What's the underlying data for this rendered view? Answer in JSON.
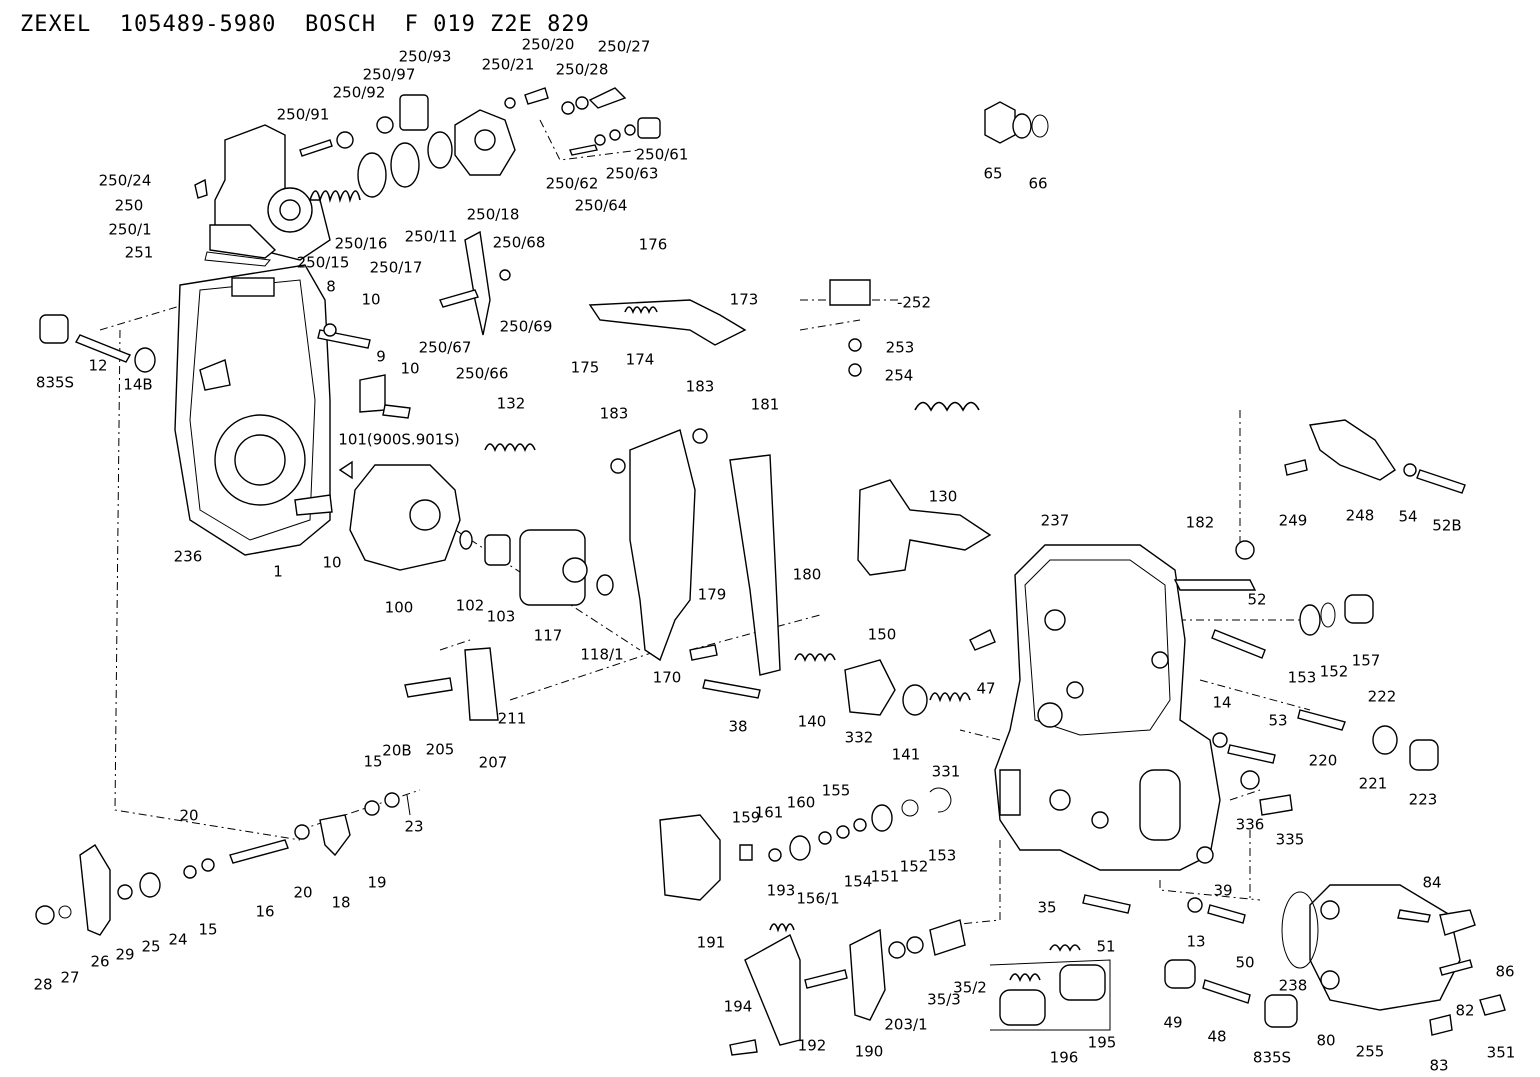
{
  "header": {
    "zexel": "ZEXEL",
    "zexel_no": "105489-5980",
    "bosch": "BOSCH",
    "bosch_no": "F 019 Z2E 829"
  },
  "labels": [
    {
      "id": "l1",
      "text": "250/93"
    },
    {
      "id": "l2",
      "text": "250/20"
    },
    {
      "id": "l3",
      "text": "250/27"
    },
    {
      "id": "l4",
      "text": "250/21"
    },
    {
      "id": "l5",
      "text": "250/28"
    },
    {
      "id": "l6",
      "text": "250/97"
    },
    {
      "id": "l7",
      "text": "250/92"
    },
    {
      "id": "l8",
      "text": "250/91"
    },
    {
      "id": "l9",
      "text": "250/61"
    },
    {
      "id": "l10",
      "text": "250/62"
    },
    {
      "id": "l11",
      "text": "250/63"
    },
    {
      "id": "l12",
      "text": "250/64"
    },
    {
      "id": "l13",
      "text": "250/24"
    },
    {
      "id": "l14",
      "text": "250"
    },
    {
      "id": "l15",
      "text": "250/1"
    },
    {
      "id": "l16",
      "text": "251"
    },
    {
      "id": "l17",
      "text": "250/16"
    },
    {
      "id": "l18",
      "text": "250/11"
    },
    {
      "id": "l19",
      "text": "250/18"
    },
    {
      "id": "l20",
      "text": "250/68"
    },
    {
      "id": "l21",
      "text": "250/15"
    },
    {
      "id": "l22",
      "text": "250/17"
    },
    {
      "id": "l23",
      "text": "250/67"
    },
    {
      "id": "l24",
      "text": "250/69"
    },
    {
      "id": "l25",
      "text": "250/66"
    },
    {
      "id": "l26",
      "text": "65"
    },
    {
      "id": "l27",
      "text": "66"
    },
    {
      "id": "l28",
      "text": "176"
    },
    {
      "id": "l29",
      "text": "173"
    },
    {
      "id": "l30",
      "text": "175"
    },
    {
      "id": "l31",
      "text": "174"
    },
    {
      "id": "l32",
      "text": "-252"
    },
    {
      "id": "l33",
      "text": "253"
    },
    {
      "id": "l34",
      "text": "254"
    },
    {
      "id": "l35",
      "text": "8"
    },
    {
      "id": "l36",
      "text": "10"
    },
    {
      "id": "l37",
      "text": "9"
    },
    {
      "id": "l38",
      "text": "10"
    },
    {
      "id": "l39",
      "text": "835S"
    },
    {
      "id": "l40",
      "text": "12"
    },
    {
      "id": "l41",
      "text": "14B"
    },
    {
      "id": "l42",
      "text": "132"
    },
    {
      "id": "l43",
      "text": "183"
    },
    {
      "id": "l44",
      "text": "183"
    },
    {
      "id": "l45",
      "text": "181"
    },
    {
      "id": "l46",
      "text": "101(900S.901S)"
    },
    {
      "id": "l47",
      "text": "130"
    },
    {
      "id": "l48",
      "text": "236"
    },
    {
      "id": "l49",
      "text": "1"
    },
    {
      "id": "l50",
      "text": "10"
    },
    {
      "id": "l51",
      "text": "100"
    },
    {
      "id": "l52",
      "text": "102"
    },
    {
      "id": "l53",
      "text": "103"
    },
    {
      "id": "l54",
      "text": "117"
    },
    {
      "id": "l55",
      "text": "150"
    },
    {
      "id": "l56",
      "text": "237"
    },
    {
      "id": "l57",
      "text": "182"
    },
    {
      "id": "l58",
      "text": "249"
    },
    {
      "id": "l59",
      "text": "248"
    },
    {
      "id": "l60",
      "text": "54"
    },
    {
      "id": "l61",
      "text": "52B"
    },
    {
      "id": "l62",
      "text": "179"
    },
    {
      "id": "l63",
      "text": "180"
    },
    {
      "id": "l64",
      "text": "118/1"
    },
    {
      "id": "l65",
      "text": "170"
    },
    {
      "id": "l66",
      "text": "52"
    },
    {
      "id": "l67",
      "text": "153"
    },
    {
      "id": "l68",
      "text": "152"
    },
    {
      "id": "l69",
      "text": "157"
    },
    {
      "id": "l70",
      "text": "211"
    },
    {
      "id": "l71",
      "text": "205"
    },
    {
      "id": "l72",
      "text": "207"
    },
    {
      "id": "l73",
      "text": "38"
    },
    {
      "id": "l74",
      "text": "140"
    },
    {
      "id": "l75",
      "text": "332"
    },
    {
      "id": "l76",
      "text": "141"
    },
    {
      "id": "l77",
      "text": "331"
    },
    {
      "id": "l78",
      "text": "47"
    },
    {
      "id": "l79",
      "text": "222"
    },
    {
      "id": "l80",
      "text": "14"
    },
    {
      "id": "l81",
      "text": "53"
    },
    {
      "id": "l82",
      "text": "220"
    },
    {
      "id": "l83",
      "text": "221"
    },
    {
      "id": "l84",
      "text": "223"
    },
    {
      "id": "l85",
      "text": "15"
    },
    {
      "id": "l86",
      "text": "20B"
    },
    {
      "id": "l87",
      "text": "23"
    },
    {
      "id": "l88",
      "text": "20"
    },
    {
      "id": "l89",
      "text": "16"
    },
    {
      "id": "l90",
      "text": "20"
    },
    {
      "id": "l91",
      "text": "18"
    },
    {
      "id": "l92",
      "text": "19"
    },
    {
      "id": "l93",
      "text": "159"
    },
    {
      "id": "l94",
      "text": "161"
    },
    {
      "id": "l95",
      "text": "160"
    },
    {
      "id": "l96",
      "text": "155"
    },
    {
      "id": "l97",
      "text": "156/1"
    },
    {
      "id": "l98",
      "text": "154"
    },
    {
      "id": "l99",
      "text": "151"
    },
    {
      "id": "l100",
      "text": "152"
    },
    {
      "id": "l101",
      "text": "153"
    },
    {
      "id": "l102",
      "text": "336"
    },
    {
      "id": "l103",
      "text": "335"
    },
    {
      "id": "l104",
      "text": "39"
    },
    {
      "id": "l105",
      "text": "35"
    },
    {
      "id": "l106",
      "text": "28"
    },
    {
      "id": "l107",
      "text": "27"
    },
    {
      "id": "l108",
      "text": "26"
    },
    {
      "id": "l109",
      "text": "29"
    },
    {
      "id": "l110",
      "text": "25"
    },
    {
      "id": "l111",
      "text": "24"
    },
    {
      "id": "l112",
      "text": "15"
    },
    {
      "id": "l113",
      "text": "191"
    },
    {
      "id": "l114",
      "text": "193"
    },
    {
      "id": "l115",
      "text": "51"
    },
    {
      "id": "l116",
      "text": "13"
    },
    {
      "id": "l117",
      "text": "50"
    },
    {
      "id": "l118",
      "text": "84"
    },
    {
      "id": "l119",
      "text": "86"
    },
    {
      "id": "l120",
      "text": "238"
    },
    {
      "id": "l121",
      "text": "82"
    },
    {
      "id": "l122",
      "text": "194"
    },
    {
      "id": "l123",
      "text": "192"
    },
    {
      "id": "l124",
      "text": "190"
    },
    {
      "id": "l125",
      "text": "203/1"
    },
    {
      "id": "l126",
      "text": "35/3"
    },
    {
      "id": "l127",
      "text": "35/2"
    },
    {
      "id": "l128",
      "text": "196"
    },
    {
      "id": "l129",
      "text": "195"
    },
    {
      "id": "l130",
      "text": "49"
    },
    {
      "id": "l131",
      "text": "48"
    },
    {
      "id": "l132",
      "text": "835S"
    },
    {
      "id": "l133",
      "text": "80"
    },
    {
      "id": "l134",
      "text": "255"
    },
    {
      "id": "l135",
      "text": "83"
    },
    {
      "id": "l136",
      "text": "351"
    }
  ]
}
